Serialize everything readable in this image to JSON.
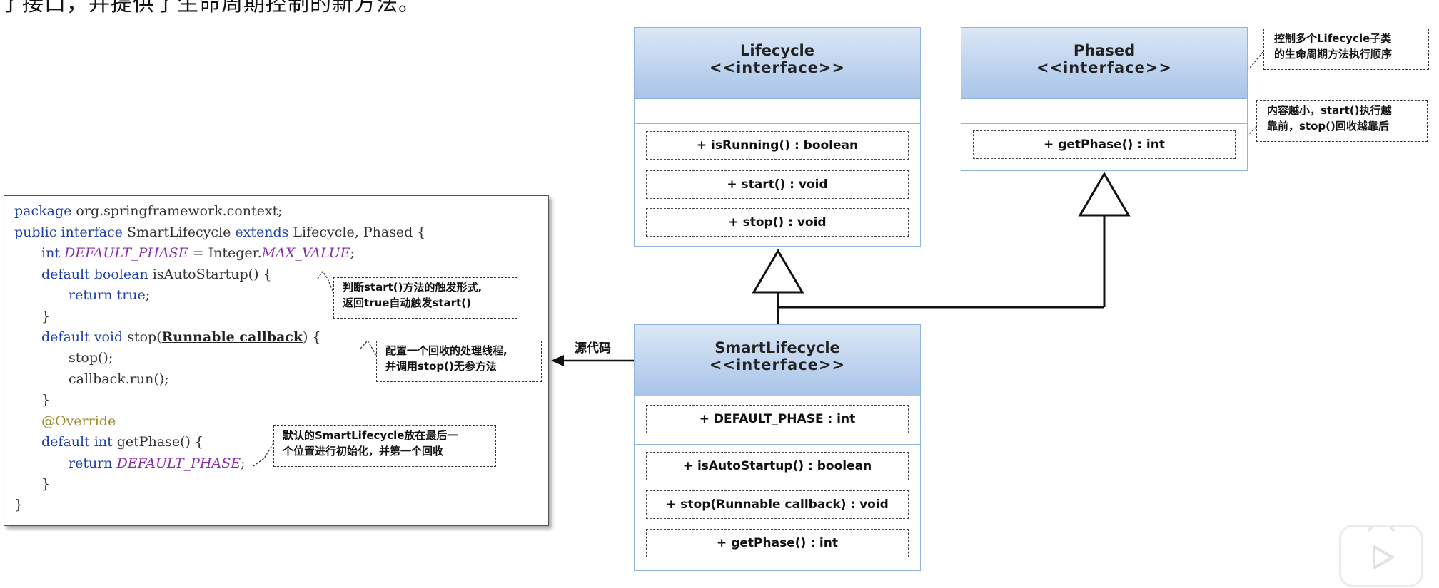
{
  "top_text": "了接口，并提供了生命周期控制的新方法。",
  "code": {
    "lines": {
      "l1_kw": "package",
      "l1_rest": " org.springframework.context;",
      "l2_kw1": "public interface",
      "l2_mid": " SmartLifecycle ",
      "l2_kw2": "extends",
      "l2_rest": " Lifecycle, Phased {",
      "l3_kw": "int ",
      "l3_it": "DEFAULT_PHASE",
      "l3_mid": " = Integer.",
      "l3_it2": "MAX_VALUE",
      "l3_end": ";",
      "l4_kw": "default boolean",
      "l4_rest": " isAutoStartup() {",
      "l5_kw": "return true",
      "l5_end": ";",
      "l6": "}",
      "l7_kw": "default void",
      "l7_mid": " stop(",
      "l7_ul": "Runnable callback",
      "l7_end": ") {",
      "l8": "stop();",
      "l9": "callback.run();",
      "l10": "}",
      "l11": "@Override",
      "l12_kw": "default int",
      "l12_rest": " getPhase() {",
      "l13_kw": "return ",
      "l13_it": "DEFAULT_PHASE",
      "l13_end": ";",
      "l14": "}",
      "l15": "}"
    }
  },
  "callouts": {
    "c1_a": "判断start()方法的触发形式,",
    "c1_b": "返回true自动触发start()",
    "c2_a": "配置一个回收的处理线程,",
    "c2_b": "并调用stop()无参方法",
    "c3_a": "默认的SmartLifecycle放在最后一",
    "c3_b": "个位置进行初始化，并第一个回收",
    "c4_a": "控制多个Lifecycle子类",
    "c4_b": "的生命周期方法执行顺序",
    "c5_a": "内容越小，start()执行越",
    "c5_b": "靠前，stop()回收越靠后"
  },
  "edge_label": "源代码",
  "uml": {
    "lifecycle": {
      "name": "Lifecycle",
      "stereotype": "<<interface>>",
      "methods": [
        "+ isRunning() : boolean",
        "+ start() : void",
        "+ stop() : void"
      ]
    },
    "phased": {
      "name": "Phased",
      "stereotype": "<<interface>>",
      "methods": [
        "+ getPhase() : int"
      ]
    },
    "smart": {
      "name": "SmartLifecycle",
      "stereotype": "<<interface>>",
      "fields": [
        "+ DEFAULT_PHASE : int"
      ],
      "methods": [
        "+ isAutoStartup() : boolean",
        "+ stop(Runnable callback) : void",
        "+ getPhase() : int"
      ]
    }
  },
  "colors": {
    "uml_border": "#8fb3db",
    "uml_header_top": "#dbe7f6",
    "uml_header_bottom": "#a8c4e8"
  }
}
